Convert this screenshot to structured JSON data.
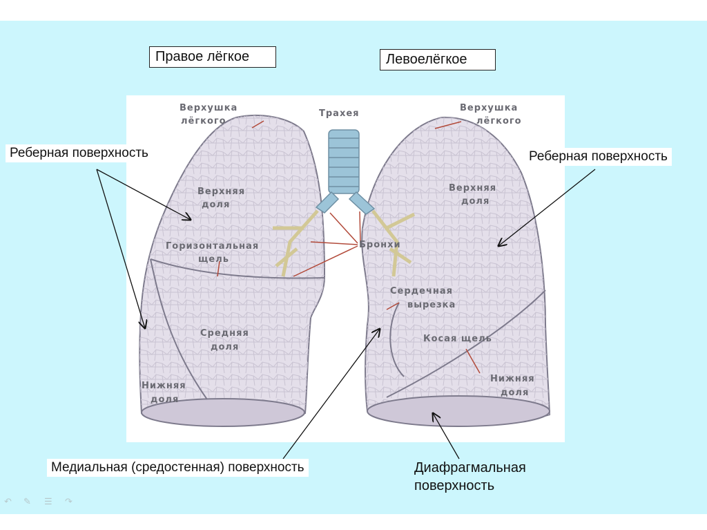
{
  "titles": {
    "right_lung": "Правое лёгкое",
    "left_lung": "Левоелёгкое"
  },
  "callouts": {
    "costal_left": "Реберная поверхность",
    "costal_right": "Реберная поверхность",
    "medial": "Медиальная (средостенная) поверхность",
    "diaphragmatic_line1": "Диафрагмальная",
    "diaphragmatic_line2": "поверхность"
  },
  "figure_labels": {
    "apex_right_1": "Верхушка",
    "apex_right_2": "лёгкого",
    "apex_left_1": "Верхушка",
    "apex_left_2": "лёгкого",
    "trachea": "Трахея",
    "upper_lobe_right_1": "Верхняя",
    "upper_lobe_right_2": "доля",
    "upper_lobe_left_1": "Верхняя",
    "upper_lobe_left_2": "доля",
    "horizontal_fissure_1": "Горизонтальная",
    "horizontal_fissure_2": "щель",
    "bronchi": "Бронхи",
    "cardiac_notch_1": "Сердечная",
    "cardiac_notch_2": "вырезка",
    "oblique_fissure": "Косая щель",
    "middle_lobe_1": "Средняя",
    "middle_lobe_2": "доля",
    "lower_lobe_right_1": "Нижняя",
    "lower_lobe_right_2": "доля",
    "lower_lobe_left_1": "Нижняя",
    "lower_lobe_left_2": "доля"
  },
  "colors": {
    "slide_bg": "#ccf6fd",
    "lung_fill": "#e4dfea",
    "lung_outline": "#7d7a8c",
    "leader_red": "#b24a3a",
    "trachea_blue": "#9cc4d8"
  },
  "icons": [
    "arrow-left-icon",
    "pen-icon",
    "menu-icon",
    "arrow-right-icon"
  ]
}
